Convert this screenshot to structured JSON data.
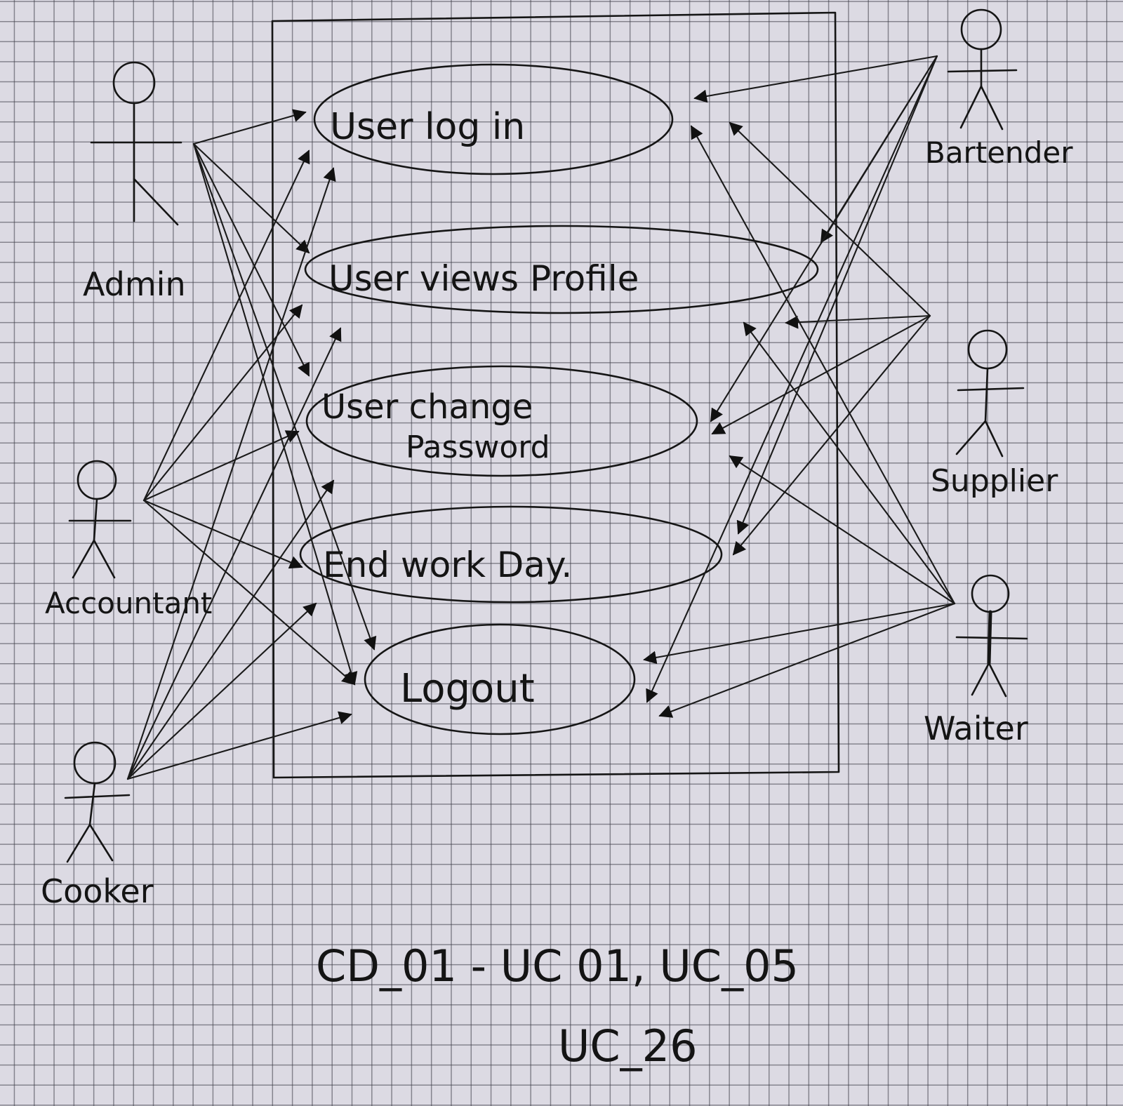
{
  "diagram": {
    "actors": {
      "admin": "Admin",
      "accountant": "Accountant",
      "cooker": "Cooker",
      "bartender": "Bartender",
      "supplier": "Supplier",
      "waiter": "Waiter"
    },
    "use_cases": {
      "login": "User log in",
      "view_profile": "User views Profile",
      "change_password_line1": "User change",
      "change_password_line2": "Password",
      "end_work_day": "End work Day.",
      "logout": "Logout"
    },
    "footer": {
      "line1": "CD_01 - UC 01, UC_05",
      "line2": "UC_26"
    }
  }
}
